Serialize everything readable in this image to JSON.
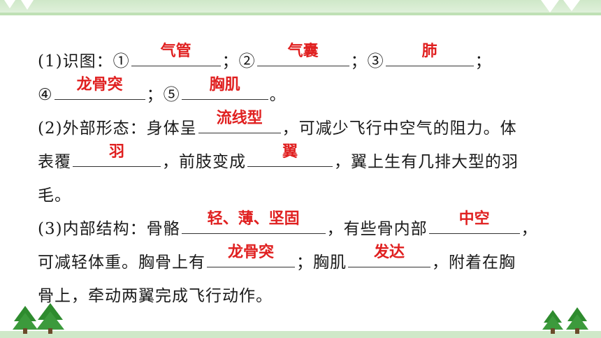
{
  "q1": {
    "prefix": "(1)识图：①",
    "sep2": "；②",
    "sep3": "；③",
    "end3": "；",
    "mark4": "④",
    "sep5": "；⑤",
    "end5": "。",
    "answers": [
      "气管",
      "气囊",
      "肺",
      "龙骨突",
      "胸肌"
    ]
  },
  "q2": {
    "l1_text": "(2)外部形态：身体呈",
    "l1_after": "，可减少飞行中空气的阻力。体",
    "l2_text": "表覆",
    "l2_mid": "，前肢变成",
    "l2_after": "，翼上生有几排大型的羽",
    "l3_text": "毛。",
    "answers": [
      "流线型",
      "羽",
      "翼"
    ]
  },
  "q3": {
    "l1_text": "(3)内部结构：骨骼",
    "l1_mid": "，有些骨内部",
    "l1_after": "，",
    "l2_text": "可减轻体重。胸骨上有",
    "l2_mid": "；胸肌",
    "l2_after": "，附着在胸",
    "l3_text": "骨上，牵动两翼完成飞行动作。",
    "answers": [
      "轻、薄、坚固",
      "中空",
      "龙骨突",
      "发达"
    ]
  },
  "colors": {
    "answer": "#e02020",
    "frame": "#cfe8c8",
    "tree": "#2e8b2e"
  }
}
